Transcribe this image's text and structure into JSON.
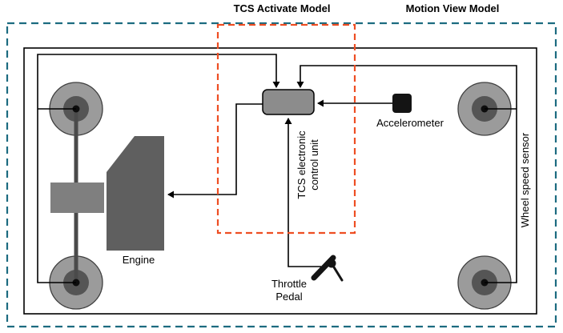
{
  "diagram": {
    "regions": {
      "tcs_activate_model": "TCS Activate Model",
      "motion_view_model": "Motion View Model"
    },
    "components": {
      "engine": "Engine",
      "accelerometer": "Accelerometer",
      "throttle_pedal_line1": "Throttle",
      "throttle_pedal_line2": "Pedal",
      "ecu_line1": "TCS electronic",
      "ecu_line2": "control unit",
      "wheel_speed_sensor": "Wheel speed sensor"
    },
    "colors": {
      "motion_view_border": "#1c6b80",
      "tcs_activate_border": "#ee4e23",
      "vehicle_outline": "#000000",
      "wire": "#000000",
      "wheel_outer": "#9b9b9b",
      "wheel_inner": "#555555",
      "wheel_hub": "#0d0d0d",
      "axle": "#4a4a4a",
      "gearbox_fill": "#7f7f7f",
      "engine_fill": "#5f5f5f",
      "ecu_fill": "#8c8c8c",
      "accelerometer_fill": "#141414"
    }
  }
}
